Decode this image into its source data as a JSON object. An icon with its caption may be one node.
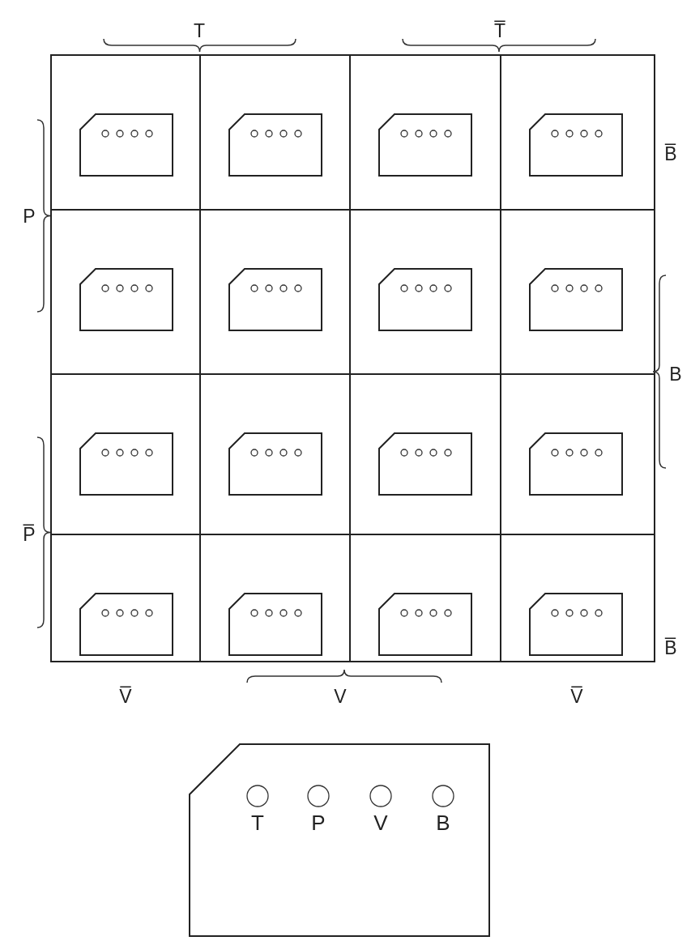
{
  "diagram": {
    "nodes": [
      {
        "text": [],
        "shape": "card"
      },
      {
        "text": [],
        "shape": "card"
      },
      {
        "text": [],
        "shape": "card"
      },
      {
        "text": [],
        "shape": "card"
      },
      {
        "text": [],
        "shape": "card"
      },
      {
        "text": [],
        "shape": "card"
      },
      {
        "text": [],
        "shape": "card"
      },
      {
        "text": [],
        "shape": "card"
      },
      {
        "text": [],
        "shape": "card"
      },
      {
        "text": [],
        "shape": "card"
      },
      {
        "text": [],
        "shape": "card"
      },
      {
        "text": [],
        "shape": "card"
      },
      {
        "text": [],
        "shape": "card"
      },
      {
        "text": [],
        "shape": "card"
      },
      {
        "text": [],
        "shape": "card"
      },
      {
        "text": [],
        "shape": "card"
      },
      {
        "text": [
          "T",
          "P",
          "V",
          "B"
        ]
      }
    ],
    "edges": [],
    "labels": [
      "T",
      "T̅",
      "B̅",
      "P",
      "B",
      "P̅",
      "B̅",
      "V̅",
      "V",
      "V̅"
    ]
  }
}
